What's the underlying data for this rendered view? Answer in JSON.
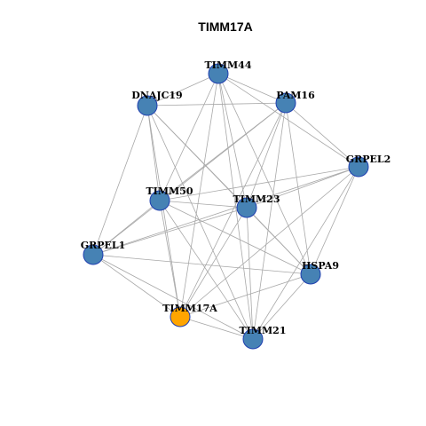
{
  "title": "TIMM17A",
  "colors": {
    "node_default": "#4682b4",
    "node_highlight": "#ffa500",
    "node_border": "#1f3fb0",
    "edge": "#a8a8a8"
  },
  "nodes": [
    {
      "id": "TIMM44",
      "label": "TIMM44",
      "highlight": false
    },
    {
      "id": "DNAJC19",
      "label": "DNAJC19",
      "highlight": false
    },
    {
      "id": "PAM16",
      "label": "PAM16",
      "highlight": false
    },
    {
      "id": "GRPEL2",
      "label": "GRPEL2",
      "highlight": false
    },
    {
      "id": "TIMM50",
      "label": "TIMM50",
      "highlight": false
    },
    {
      "id": "TIMM23",
      "label": "TIMM23",
      "highlight": false
    },
    {
      "id": "GRPEL1",
      "label": "GRPEL1",
      "highlight": false
    },
    {
      "id": "HSPA9",
      "label": "HSPA9",
      "highlight": false
    },
    {
      "id": "TIMM17A",
      "label": "TIMM17A",
      "highlight": true
    },
    {
      "id": "TIMM21",
      "label": "TIMM21",
      "highlight": false
    }
  ],
  "edges": [
    [
      "TIMM44",
      "DNAJC19"
    ],
    [
      "TIMM44",
      "PAM16"
    ],
    [
      "TIMM44",
      "GRPEL2"
    ],
    [
      "TIMM44",
      "TIMM50"
    ],
    [
      "TIMM44",
      "TIMM23"
    ],
    [
      "TIMM44",
      "HSPA9"
    ],
    [
      "TIMM44",
      "TIMM17A"
    ],
    [
      "TIMM44",
      "TIMM21"
    ],
    [
      "DNAJC19",
      "PAM16"
    ],
    [
      "DNAJC19",
      "TIMM50"
    ],
    [
      "DNAJC19",
      "TIMM23"
    ],
    [
      "DNAJC19",
      "GRPEL1"
    ],
    [
      "DNAJC19",
      "HSPA9"
    ],
    [
      "DNAJC19",
      "TIMM17A"
    ],
    [
      "DNAJC19",
      "TIMM21"
    ],
    [
      "PAM16",
      "GRPEL2"
    ],
    [
      "PAM16",
      "TIMM50"
    ],
    [
      "PAM16",
      "TIMM23"
    ],
    [
      "PAM16",
      "GRPEL1"
    ],
    [
      "PAM16",
      "HSPA9"
    ],
    [
      "PAM16",
      "TIMM17A"
    ],
    [
      "PAM16",
      "TIMM21"
    ],
    [
      "GRPEL2",
      "TIMM50"
    ],
    [
      "GRPEL2",
      "TIMM23"
    ],
    [
      "GRPEL2",
      "GRPEL1"
    ],
    [
      "GRPEL2",
      "HSPA9"
    ],
    [
      "GRPEL2",
      "TIMM17A"
    ],
    [
      "GRPEL2",
      "TIMM21"
    ],
    [
      "TIMM50",
      "TIMM23"
    ],
    [
      "TIMM50",
      "GRPEL1"
    ],
    [
      "TIMM50",
      "HSPA9"
    ],
    [
      "TIMM50",
      "TIMM17A"
    ],
    [
      "TIMM50",
      "TIMM21"
    ],
    [
      "TIMM23",
      "GRPEL1"
    ],
    [
      "TIMM23",
      "HSPA9"
    ],
    [
      "TIMM23",
      "TIMM17A"
    ],
    [
      "TIMM23",
      "TIMM21"
    ],
    [
      "GRPEL1",
      "HSPA9"
    ],
    [
      "GRPEL1",
      "TIMM17A"
    ],
    [
      "GRPEL1",
      "TIMM21"
    ],
    [
      "HSPA9",
      "TIMM17A"
    ],
    [
      "HSPA9",
      "TIMM21"
    ],
    [
      "TIMM17A",
      "TIMM21"
    ]
  ]
}
